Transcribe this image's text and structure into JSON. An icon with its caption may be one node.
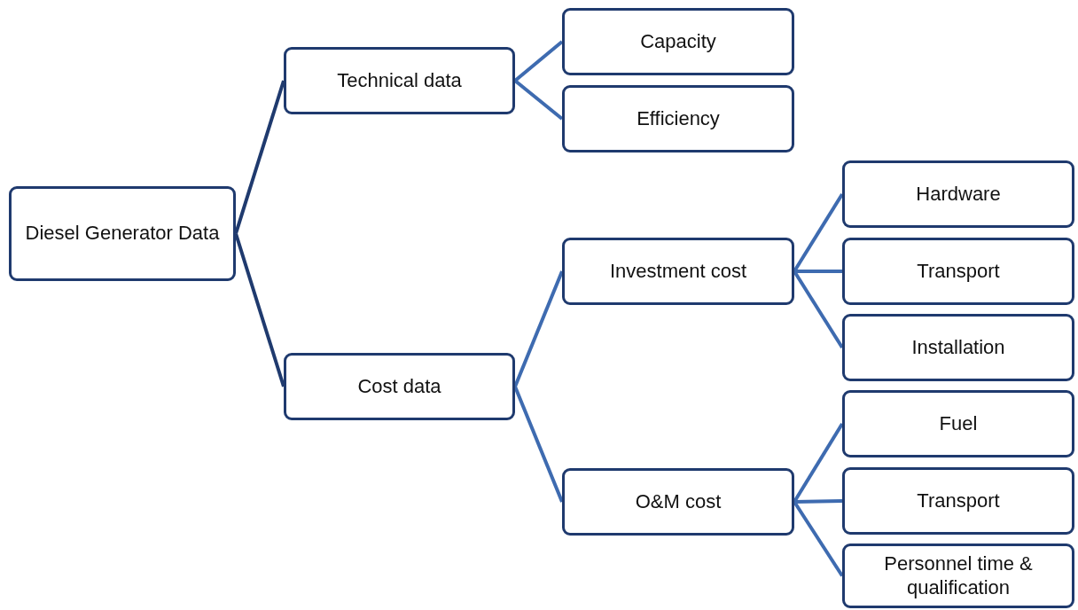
{
  "diagram": {
    "nodes": [
      {
        "text": [
          "Diesel Generator Data"
        ]
      },
      {
        "text": [
          "Technical data"
        ]
      },
      {
        "text": [
          "Cost data"
        ]
      },
      {
        "text": [
          "Capacity"
        ]
      },
      {
        "text": [
          "Efficiency"
        ]
      },
      {
        "text": [
          "Investment cost"
        ]
      },
      {
        "text": [
          "O&M cost"
        ]
      },
      {
        "text": [
          "Hardware"
        ]
      },
      {
        "text": [
          "Transport"
        ]
      },
      {
        "text": [
          "Installation"
        ]
      },
      {
        "text": [
          "Fuel"
        ]
      },
      {
        "text": [
          "Transport"
        ]
      },
      {
        "text": [
          "Personnel time & qualification"
        ]
      }
    ],
    "edges": [
      {
        "from": 0,
        "to": 1,
        "arrow": "none",
        "color": "#1f3a6e"
      },
      {
        "from": 0,
        "to": 2,
        "arrow": "none",
        "color": "#1f3a6e"
      },
      {
        "from": 1,
        "to": 3,
        "arrow": "none"
      },
      {
        "from": 1,
        "to": 4,
        "arrow": "none"
      },
      {
        "from": 2,
        "to": 5,
        "arrow": "none"
      },
      {
        "from": 2,
        "to": 6,
        "arrow": "none"
      },
      {
        "from": 5,
        "to": 7,
        "arrow": "none"
      },
      {
        "from": 5,
        "to": 8,
        "arrow": "none"
      },
      {
        "from": 5,
        "to": 9,
        "arrow": "none"
      },
      {
        "from": 6,
        "to": 10,
        "arrow": "none"
      },
      {
        "from": 6,
        "to": 11,
        "arrow": "none"
      },
      {
        "from": 6,
        "to": 12,
        "arrow": "none"
      }
    ]
  }
}
